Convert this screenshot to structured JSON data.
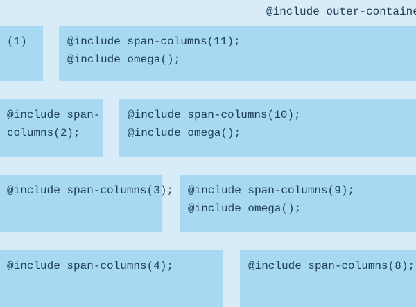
{
  "page": {
    "heading_code": "@include outer-container;"
  },
  "colors": {
    "background": "#d8ecf8",
    "box": "#a8d9f2",
    "text": "#1f3e58"
  },
  "grid": {
    "rows": [
      {
        "left": {
          "span": 1,
          "lines": [
            "(1)"
          ]
        },
        "right": {
          "span": 11,
          "lines": [
            "@include span-columns(11);",
            "@include omega();"
          ]
        }
      },
      {
        "left": {
          "span": 2,
          "lines": [
            "@include span-",
            "columns(2);"
          ]
        },
        "right": {
          "span": 10,
          "lines": [
            "@include span-columns(10);",
            "@include omega();"
          ]
        }
      },
      {
        "left": {
          "span": 3,
          "lines": [
            "@include span-columns(3);"
          ]
        },
        "right": {
          "span": 9,
          "lines": [
            "@include span-columns(9);",
            "@include omega();"
          ]
        }
      },
      {
        "left": {
          "span": 4,
          "lines": [
            "@include span-columns(4);"
          ]
        },
        "right": {
          "span": 8,
          "lines": [
            "@include span-columns(8);"
          ]
        }
      }
    ]
  }
}
